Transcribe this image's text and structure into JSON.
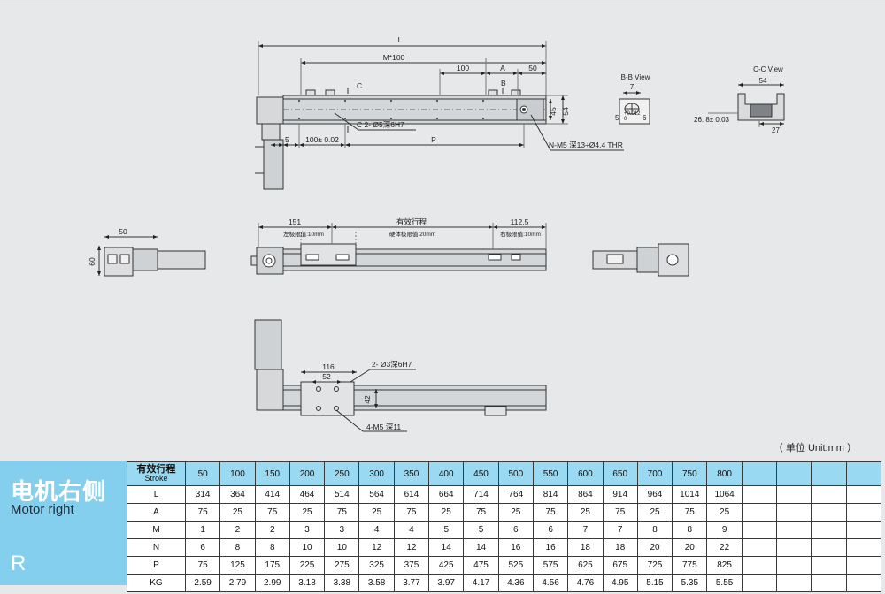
{
  "drawing": {
    "top_view": {
      "dim_L": "L",
      "dim_M100": "M*100",
      "dim_100": "100",
      "dim_A": "A",
      "dim_50": "50",
      "sec_C": "C",
      "sec_B": "B",
      "dim_45": "45",
      "dim_54": "54",
      "dim_5": "5",
      "dim_100_tol": "100± 0.02",
      "dim_P": "P",
      "callout_pin_hole": "C 2- Ø5深6H7",
      "callout_thread": "N-M5 深13÷Ø4.4 THR"
    },
    "bb_view": {
      "title": "B-B View",
      "dim_7": "7",
      "tol_upper": "+0.012",
      "tol_lower": "0",
      "dim_5": "5",
      "dim_6": "6"
    },
    "cc_view": {
      "title": "C-C View",
      "dim_54": "54",
      "dim_268": "26. 8± 0.03",
      "dim_27": "27"
    },
    "front_view": {
      "dim_151": "151",
      "dim_stroke": "有效行程",
      "dim_1125": "112.5",
      "note_left": "左极限值:10mm",
      "note_hard": "硬体极限值:20mm",
      "note_right": "右极限值:10mm"
    },
    "left_view": {
      "dim_50": "50",
      "dim_60": "60"
    },
    "bottom_view": {
      "dim_116": "116",
      "dim_52": "52",
      "dim_42": "42",
      "callout_pin": "2- Ø3深6H7",
      "callout_m5": "4-M5 深11"
    }
  },
  "unit_note": "（ 单位 Unit:mm ）",
  "spec": {
    "title_cn": "电机右侧",
    "title_en": "Motor right",
    "code": "R",
    "header_cn": "有效行程",
    "header_en": "Stroke",
    "strokes": [
      "50",
      "100",
      "150",
      "200",
      "250",
      "300",
      "350",
      "400",
      "450",
      "500",
      "550",
      "600",
      "650",
      "700",
      "750",
      "800"
    ],
    "rows": [
      {
        "label": "L",
        "values": [
          "314",
          "364",
          "414",
          "464",
          "514",
          "564",
          "614",
          "664",
          "714",
          "764",
          "814",
          "864",
          "914",
          "964",
          "1014",
          "1064"
        ]
      },
      {
        "label": "A",
        "values": [
          "75",
          "25",
          "75",
          "25",
          "75",
          "25",
          "75",
          "25",
          "75",
          "25",
          "75",
          "25",
          "75",
          "25",
          "75",
          "25"
        ]
      },
      {
        "label": "M",
        "values": [
          "1",
          "2",
          "2",
          "3",
          "3",
          "4",
          "4",
          "5",
          "5",
          "6",
          "6",
          "7",
          "7",
          "8",
          "8",
          "9"
        ]
      },
      {
        "label": "N",
        "values": [
          "6",
          "8",
          "8",
          "10",
          "10",
          "12",
          "12",
          "14",
          "14",
          "16",
          "16",
          "18",
          "18",
          "20",
          "20",
          "22"
        ]
      },
      {
        "label": "P",
        "values": [
          "75",
          "125",
          "175",
          "225",
          "275",
          "325",
          "375",
          "425",
          "475",
          "525",
          "575",
          "625",
          "675",
          "725",
          "775",
          "825"
        ]
      },
      {
        "label": "KG",
        "values": [
          "2.59",
          "2.79",
          "2.99",
          "3.18",
          "3.38",
          "3.58",
          "3.77",
          "3.97",
          "4.17",
          "4.36",
          "4.56",
          "4.76",
          "4.95",
          "5.15",
          "5.35",
          "5.55"
        ]
      }
    ]
  }
}
